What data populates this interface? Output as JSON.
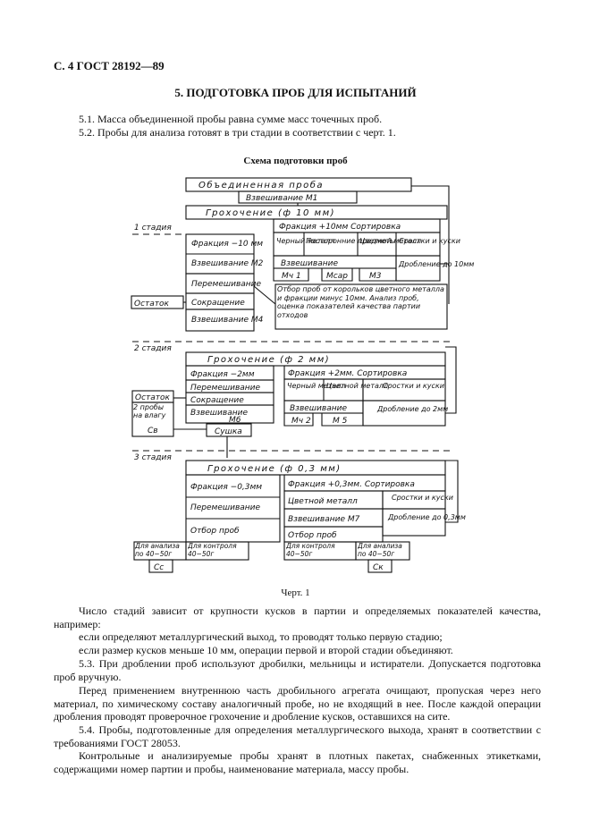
{
  "header": "С. 4 ГОСТ 28192—89",
  "section_title": "5. ПОДГОТОВКА ПРОБ ДЛЯ ИСПЫТАНИЙ",
  "para_5_1": "5.1. Масса объединенной пробы равна сумме масс точечных проб.",
  "para_5_2": "5.2. Пробы для анализа готовят в три стадии в соответствии с черт. 1.",
  "chart_title": "Схема подготовки проб",
  "caption": "Черт. 1",
  "diagram": {
    "combined_sample": "Объединенная проба",
    "weigh_m1": "Взвешивание М1",
    "stage1": "1 стадия",
    "stage2": "2 стадия",
    "stage3": "3 стадия",
    "screen_10": "Грохочение (ф 10 мм)",
    "frac_plus10": "Фракция +10мм Сортировка",
    "black_metal": "Черный металл",
    "foreign_items": "Посторонние предметы",
    "nonferrous": "Цветной металл",
    "intergrowth": "Сростки и куски",
    "frac_minus10": "Фракция −10 мм",
    "weigh_m2": "Взвешивание М2",
    "mixing": "Перемешивание",
    "reduction": "Сокращение",
    "weigh_m4": "Взвешивание М4",
    "residue": "Остаток",
    "weighing": "Взвешивание",
    "mch1": "Мч 1",
    "mcap": "Мсар",
    "m3": "М3",
    "crush_10": "Дробление до 10мм",
    "sampling_note": "Отбор проб от корольков цветного металла и фракции минус 10мм. Анализ проб, оценка показателей качества партии отходов",
    "screen_2": "Грохочение (ф 2 мм)",
    "frac_minus2": "Фракция −2мм",
    "frac_plus2": "Фракция +2мм. Сортировка",
    "m6": "М6",
    "drying": "Сушка",
    "two_samples": "2 пробы на влагу",
    "cv": "Св",
    "mch2": "Мч 2",
    "m5": "М 5",
    "crush_2": "Дробление до 2мм",
    "screen_03": "Грохочение (ф 0,3 мм)",
    "frac_minus03": "Фракция −0,3мм",
    "frac_plus03": "Фракция +0,3мм. Сортировка",
    "weigh_m7": "Взвешивание М7",
    "crush_03": "Дробление до 0,3мм",
    "sampling": "Отбор проб",
    "for_analysis": "Для анализа по 40−50г",
    "for_control": "Для контроля 40−50г",
    "cc": "Сс",
    "ck": "Ск"
  },
  "text": {
    "p1": "Число стадий зависит от крупности кусков в партии и определяемых показателей качества, например:",
    "p2": "если определяют металлургический выход, то проводят только первую стадию;",
    "p3": "если размер кусков меньше 10 мм, операции первой и второй стадии объединяют.",
    "p4": "5.3. При дроблении проб используют дробилки, мельницы и истиратели. Допускается подготовка проб вручную.",
    "p5": "Перед применением внутреннюю часть дробильного агрегата очищают, пропуская через него материал, по химическому составу аналогичный пробе, но не входящий в нее. После каждой операции дробления проводят проверочное грохочение и дробление кусков, оставшихся на сите.",
    "p6": "5.4. Пробы, подготовленные для определения металлургического выхода, хранят в соответствии с требованиями ГОСТ 28053.",
    "p7": "Контрольные и анализируемые пробы хранят в плотных пакетах, снабженных этикетками, содержащими номер партии и пробы, наименование материала, массу пробы."
  }
}
